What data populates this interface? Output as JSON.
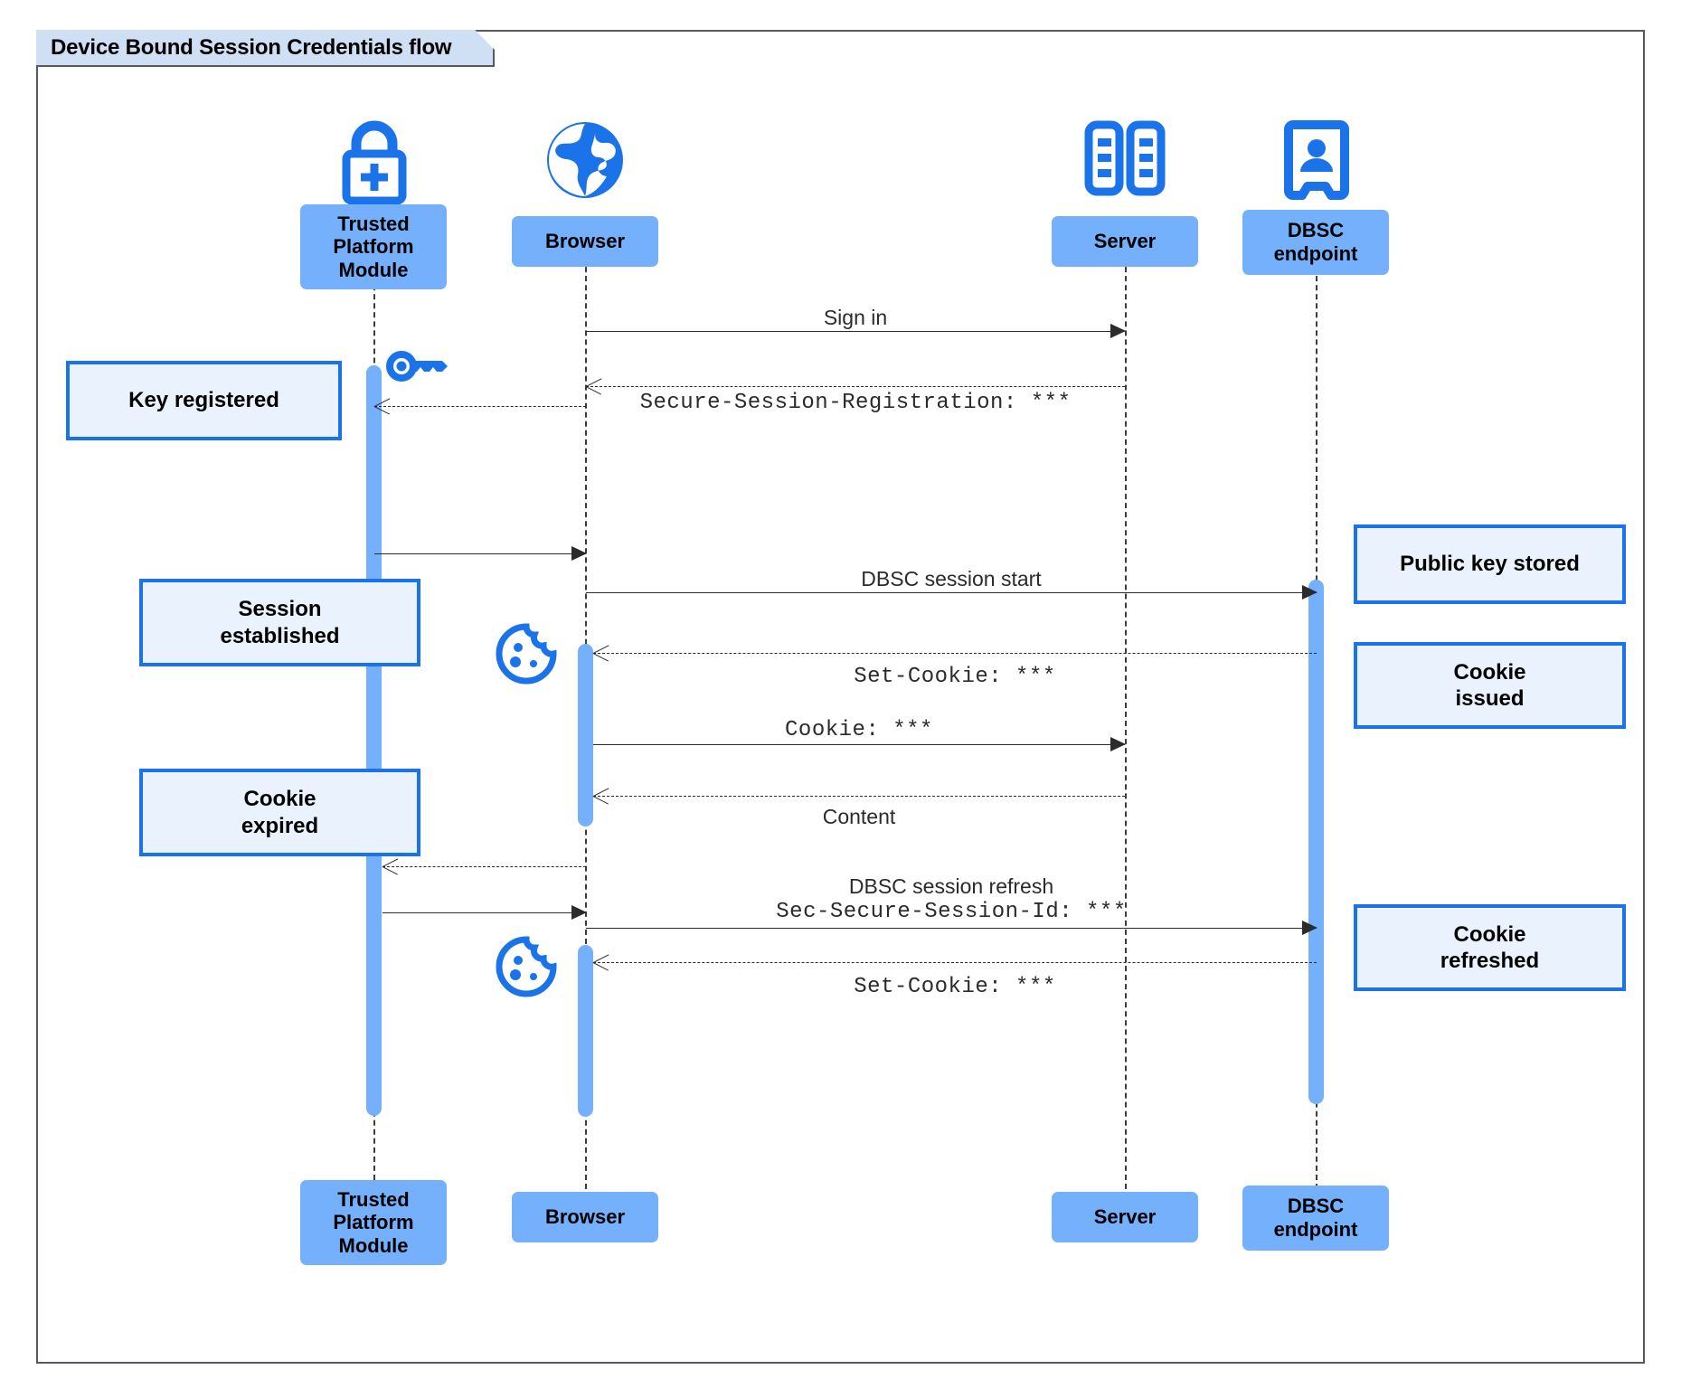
{
  "diagram": {
    "title": "Device Bound Session Credentials flow",
    "type": "uml-sequence",
    "accent_color": "#1a73e8",
    "participant_fill": "#74b0fb",
    "note_fill": "#eaf2fe",
    "frame_title_fill": "#cfe0f5"
  },
  "participants": [
    {
      "id": "tpm",
      "label": "Trusted\nPlatform\nModule",
      "icon": "lock-plus-icon"
    },
    {
      "id": "browser",
      "label": "Browser",
      "icon": "globe-icon"
    },
    {
      "id": "server",
      "label": "Server",
      "icon": "server-rack-icon"
    },
    {
      "id": "dbsc",
      "label": "DBSC\nendpoint",
      "icon": "id-badge-icon"
    }
  ],
  "messages": [
    {
      "id": "m1",
      "from": "browser",
      "to": "server",
      "style": "solid",
      "label": "Sign in",
      "font": "sans"
    },
    {
      "id": "m2",
      "from": "server",
      "to": "browser",
      "style": "dashed",
      "label": "Secure-Session-Registration: ***",
      "font": "mono"
    },
    {
      "id": "m3",
      "from": "browser",
      "to": "tpm",
      "style": "dashed",
      "label": "",
      "font": "sans"
    },
    {
      "id": "m4",
      "from": "tpm",
      "to": "browser",
      "style": "solid",
      "label": "",
      "font": "sans"
    },
    {
      "id": "m5",
      "from": "browser",
      "to": "dbsc",
      "style": "solid",
      "label": "DBSC session start",
      "font": "sans"
    },
    {
      "id": "m6",
      "from": "dbsc",
      "to": "browser",
      "style": "dashed",
      "label": "Set-Cookie: ***",
      "font": "mono"
    },
    {
      "id": "m7",
      "from": "browser",
      "to": "server",
      "style": "solid",
      "label": "Cookie: ***",
      "font": "mono"
    },
    {
      "id": "m8",
      "from": "server",
      "to": "browser",
      "style": "dashed",
      "label": "Content",
      "font": "sans"
    },
    {
      "id": "m9",
      "from": "browser",
      "to": "tpm",
      "style": "dashed",
      "label": "",
      "font": "sans"
    },
    {
      "id": "m10",
      "from": "tpm",
      "to": "browser",
      "style": "solid",
      "label": "",
      "font": "sans"
    },
    {
      "id": "m11",
      "from": "browser",
      "to": "dbsc",
      "style": "solid",
      "label_line1": "DBSC session refresh",
      "label_line2": "Sec-Secure-Session-Id: ***"
    },
    {
      "id": "m12",
      "from": "dbsc",
      "to": "browser",
      "style": "dashed",
      "label": "Set-Cookie: ***",
      "font": "mono"
    }
  ],
  "notes": [
    {
      "id": "n1",
      "text": "Key registered",
      "side": "left"
    },
    {
      "id": "n2",
      "text": "Session\nestablished",
      "side": "left"
    },
    {
      "id": "n3",
      "text": "Cookie\nexpired",
      "side": "left"
    },
    {
      "id": "n4",
      "text": "Public key stored",
      "side": "right"
    },
    {
      "id": "n5",
      "text": "Cookie\nissued",
      "side": "right"
    },
    {
      "id": "n6",
      "text": "Cookie\nrefreshed",
      "side": "right"
    }
  ],
  "inline_icons": [
    {
      "id": "i1",
      "name": "key-icon",
      "near": "tpm"
    },
    {
      "id": "i2",
      "name": "cookie-icon",
      "near": "browser"
    },
    {
      "id": "i3",
      "name": "cookie-icon",
      "near": "browser"
    }
  ]
}
